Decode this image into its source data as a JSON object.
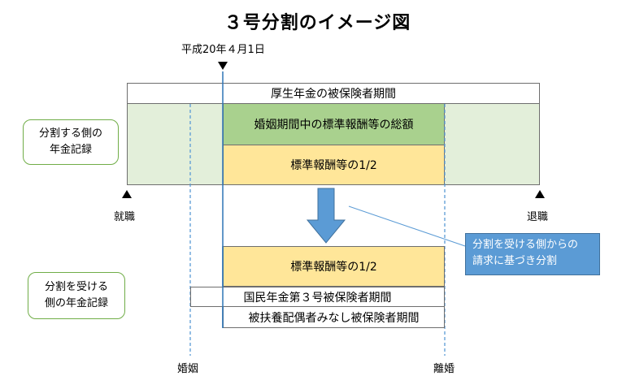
{
  "title": "３号分割のイメージ図",
  "date_label": "平成20年４月1日",
  "boxes": {
    "employee_pension_period": "厚生年金の被保険者期間",
    "marriage_total": "婚姻期間中の標準報酬等の総額",
    "half_top": "標準報酬等の1/2",
    "half_bottom": "標準報酬等の1/2",
    "national_pension": "国民年金第３号被保険者期間",
    "deemed_period": "被扶養配偶者みなし被保険者期間"
  },
  "side_labels": {
    "divider_line1": "分割する側の",
    "divider_line2": "年金記録",
    "receiver_line1": "分割を受ける",
    "receiver_line2": "側の年金記録"
  },
  "callout": {
    "line1": "分割を受ける側からの",
    "line2": "請求に基づき分割"
  },
  "markers": {
    "employment": "就職",
    "retirement": "退職",
    "marriage": "婚姻",
    "divorce": "離婚"
  },
  "colors": {
    "light_green": "#e3efda",
    "dark_green": "#a9d18e",
    "yellow": "#ffe699",
    "blue": "#5b9bd5",
    "arrow_blue": "#5b9bd5"
  }
}
